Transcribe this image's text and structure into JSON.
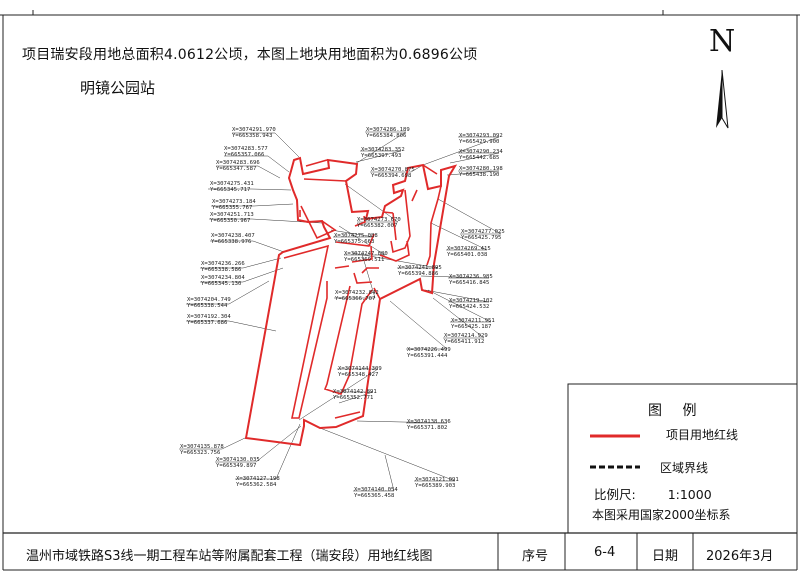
{
  "header": {
    "area_text": "项目瑞安段用地总面积4.0612公顷，本图上地块用地面积为0.6896公顷",
    "station_name": "明镜公园站"
  },
  "north_arrow": {
    "label": "N"
  },
  "coordinates": [
    {
      "x": "X=3074291.970",
      "y": "Y=665358.943"
    },
    {
      "x": "X=3074283.577",
      "y": "Y=665357.066"
    },
    {
      "x": "X=3074283.696",
      "y": "Y=665347.587"
    },
    {
      "x": "X=3074275.431",
      "y": "Y=665345.717"
    },
    {
      "x": "X=3074273.184",
      "y": "Y=665355.767"
    },
    {
      "x": "X=3074251.713",
      "y": "Y=665350.967"
    },
    {
      "x": "X=3074238.407",
      "y": "Y=665338.976"
    },
    {
      "x": "X=3074236.266",
      "y": "Y=665338.586"
    },
    {
      "x": "X=3074234.804",
      "y": "Y=665345.130"
    },
    {
      "x": "X=3074204.749",
      "y": "Y=665338.544"
    },
    {
      "x": "X=3074192.304",
      "y": "Y=665337.686"
    },
    {
      "x": "X=3074286.189",
      "y": "Y=665384.806"
    },
    {
      "x": "X=3074283.352",
      "y": "Y=665397.493"
    },
    {
      "x": "X=3074270.875",
      "y": "Y=665394.698"
    },
    {
      "x": "X=3074273.670",
      "y": "Y=665382.007"
    },
    {
      "x": "X=3074275.088",
      "y": "Y=665375.663"
    },
    {
      "x": "X=3074247.880",
      "y": "Y=665369.511"
    },
    {
      "x": "X=3074241.895",
      "y": "Y=665394.886"
    },
    {
      "x": "X=3074232.842",
      "y": "Y=665366.707"
    },
    {
      "x": "X=3074293.092",
      "y": "Y=665429.900"
    },
    {
      "x": "X=3074290.234",
      "y": "Y=665442.685"
    },
    {
      "x": "X=3074280.198",
      "y": "Y=665438.190"
    },
    {
      "x": "X=3074277.025",
      "y": "Y=665425.795"
    },
    {
      "x": "X=3074269.415",
      "y": "Y=665401.038"
    },
    {
      "x": "X=3074236.985",
      "y": "Y=665416.845"
    },
    {
      "x": "X=3074219.102",
      "y": "Y=665424.532"
    },
    {
      "x": "X=3074211.951",
      "y": "Y=665425.187"
    },
    {
      "x": "X=3074214.929",
      "y": "Y=665411.912"
    },
    {
      "x": "X=3074226.499",
      "y": "Y=665391.444"
    },
    {
      "x": "X=3074144.309",
      "y": "Y=665348.427"
    },
    {
      "x": "X=3074142.891",
      "y": "Y=665352.771"
    },
    {
      "x": "X=3074138.636",
      "y": "Y=665371.802"
    },
    {
      "x": "X=3074135.878",
      "y": "Y=665323.756"
    },
    {
      "x": "X=3074130.035",
      "y": "Y=665349.897"
    },
    {
      "x": "X=3074127.198",
      "y": "Y=665362.584"
    },
    {
      "x": "X=3074140.054",
      "y": "Y=665365.458"
    },
    {
      "x": "X=3074121.091",
      "y": "Y=665389.903"
    }
  ],
  "legend": {
    "title": "图  例",
    "red_line": "项目用地红线",
    "dash_line": "区域界线",
    "scale_label": "比例尺:",
    "scale_value": "1:1000",
    "coord_note": "本图采用国家2000坐标系",
    "colors": {
      "red_line": "#e02a2a",
      "dash_line": "#111111"
    }
  },
  "footer": {
    "title": "温州市域铁路S3线一期工程车站等附属配套工程（瑞安段）用地红线图",
    "seq_label": "序号",
    "seq_value": "6-4",
    "date_label": "日期",
    "date_value": "2026年3月"
  }
}
